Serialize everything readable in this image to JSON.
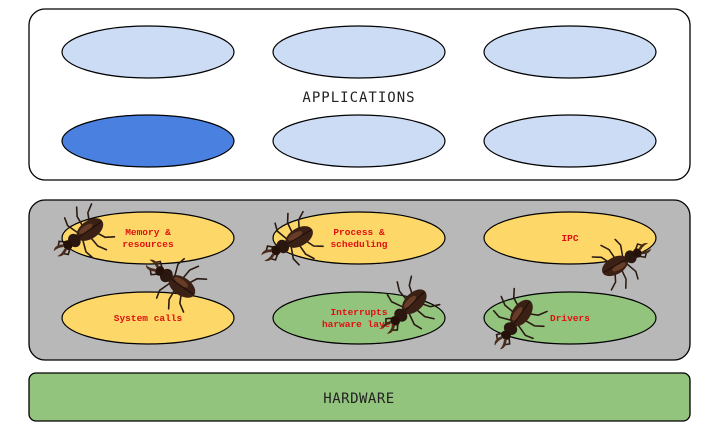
{
  "applications": {
    "label": "APPLICATIONS",
    "apps": [
      {
        "fill": "#ccdcf5"
      },
      {
        "fill": "#ccdcf5"
      },
      {
        "fill": "#ccdcf5"
      },
      {
        "fill": "#4a80e0"
      },
      {
        "fill": "#ccdcf5"
      },
      {
        "fill": "#ccdcf5"
      }
    ]
  },
  "kernel": {
    "fill": "#b8b8b8",
    "modules": [
      {
        "lines": [
          "Memory &",
          "resources"
        ],
        "fill": "#fdd868"
      },
      {
        "lines": [
          "Process &",
          "scheduling"
        ],
        "fill": "#fdd868"
      },
      {
        "lines": [
          "IPC"
        ],
        "fill": "#fdd868"
      },
      {
        "lines": [
          "System calls"
        ],
        "fill": "#fdd868"
      },
      {
        "lines": [
          "Interrupts",
          "harware layer"
        ],
        "fill": "#93c47d"
      },
      {
        "lines": [
          "Drivers"
        ],
        "fill": "#93c47d"
      }
    ],
    "label_color": "#e01010",
    "bug_icon": "stag-beetle-icon"
  },
  "hardware": {
    "label": "HARDWARE",
    "fill": "#93c47d"
  }
}
